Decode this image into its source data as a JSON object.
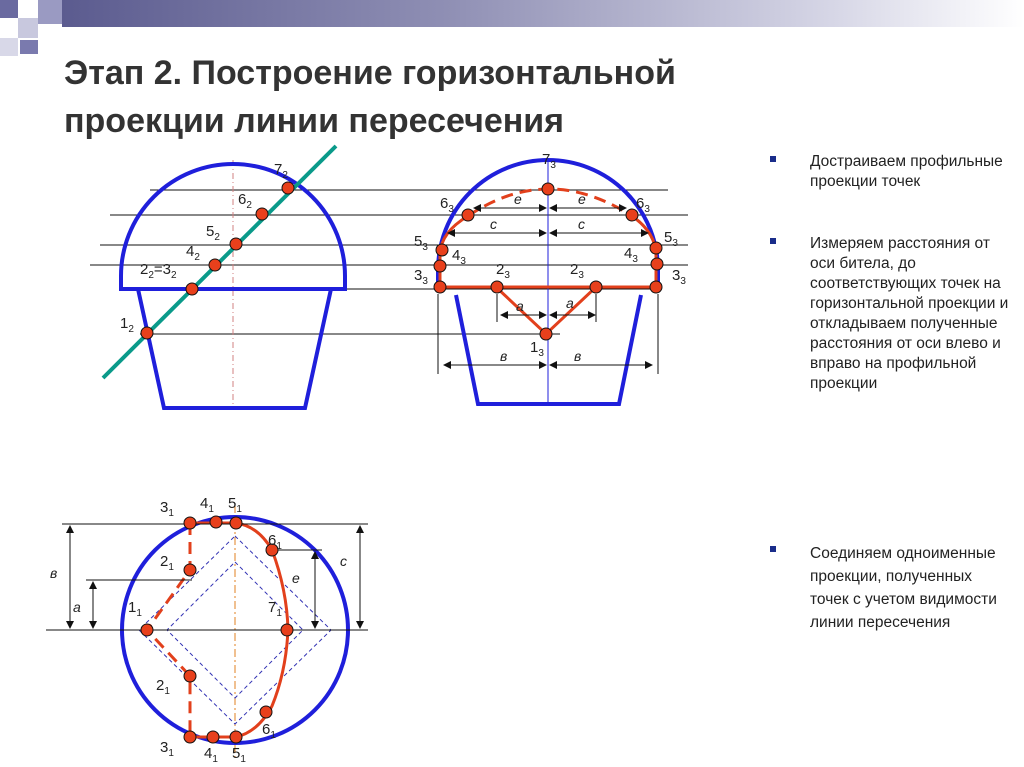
{
  "title_line1": "Этап 2. Построение горизонтальной",
  "title_line2": "проекции линии пересечения",
  "bullets": [
    "Достраиваем профильные проекции точек",
    "Измеряем расстояния от оси битела, до соответствующих точек на горизонтальной проекции и откладываем полученные расстояния от оси влево и вправо на профильной проекции",
    "Соединяем одноименные проекции, полученных точек с учетом видимости линии пересечения"
  ],
  "front_labels": {
    "p7": {
      "base": "7",
      "sub": "2"
    },
    "p6": {
      "base": "6",
      "sub": "2"
    },
    "p5": {
      "base": "5",
      "sub": "2"
    },
    "p4": {
      "base": "4",
      "sub": "2"
    },
    "p23_a": {
      "base": "2",
      "sub": "2"
    },
    "p23_eq": "=",
    "p23_b": {
      "base": "3",
      "sub": "2"
    },
    "p1": {
      "base": "1",
      "sub": "2"
    }
  },
  "side_labels": {
    "p7": {
      "base": "7",
      "sub": "3"
    },
    "p6l": {
      "base": "6",
      "sub": "3"
    },
    "p6r": {
      "base": "6",
      "sub": "3"
    },
    "p5l": {
      "base": "5",
      "sub": "3"
    },
    "p5r": {
      "base": "5",
      "sub": "3"
    },
    "p4l": {
      "base": "4",
      "sub": "3"
    },
    "p4r": {
      "base": "4",
      "sub": "3"
    },
    "p3l": {
      "base": "3",
      "sub": "3"
    },
    "p3r": {
      "base": "3",
      "sub": "3"
    },
    "p2l": {
      "base": "2",
      "sub": "3"
    },
    "p2r": {
      "base": "2",
      "sub": "3"
    },
    "p1": {
      "base": "1",
      "sub": "3"
    }
  },
  "side_dims": {
    "e": "е",
    "c": "с",
    "a": "а",
    "b": "в"
  },
  "top_labels": {
    "p3t": {
      "base": "3",
      "sub": "1"
    },
    "p4t": {
      "base": "4",
      "sub": "1"
    },
    "p5t": {
      "base": "5",
      "sub": "1"
    },
    "p6t": {
      "base": "6",
      "sub": "1"
    },
    "p2t": {
      "base": "2",
      "sub": "1"
    },
    "p1": {
      "base": "1",
      "sub": "1"
    },
    "p7": {
      "base": "7",
      "sub": "1"
    },
    "p2b": {
      "base": "2",
      "sub": "1"
    },
    "p6b": {
      "base": "6",
      "sub": "1"
    },
    "p3b": {
      "base": "3",
      "sub": "1"
    },
    "p4b": {
      "base": "4",
      "sub": "1"
    },
    "p5b": {
      "base": "5",
      "sub": "1"
    }
  },
  "top_dims": {
    "b": "в",
    "a": "а",
    "e": "е",
    "c": "с"
  },
  "colors": {
    "outline": "#1f1fdb",
    "section": "#e2401c",
    "point": "#e8401c",
    "cut_plane": "#0a9a8a",
    "axis": "#e08020"
  }
}
